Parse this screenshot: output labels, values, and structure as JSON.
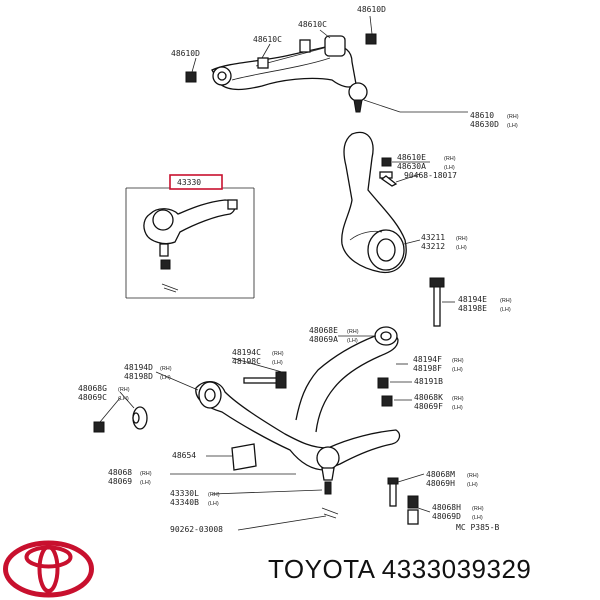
{
  "callouts": [
    {
      "id": "c1",
      "pn": "48610D"
    },
    {
      "id": "c2",
      "pn": "48610C"
    },
    {
      "id": "c3",
      "pn": "48610C"
    },
    {
      "id": "c4",
      "pn": "48610D"
    },
    {
      "id": "c5",
      "pn": "48610",
      "pn2": "48630D",
      "s1": "(RH)",
      "s2": "(LH)"
    },
    {
      "id": "c6",
      "pn": "48610E",
      "pn2": "48630A",
      "s1": "(RH)",
      "s2": "(LH)"
    },
    {
      "id": "c7",
      "pn": "90468-18017"
    },
    {
      "id": "c8",
      "pn": "43211",
      "pn2": "43212",
      "s1": "(RH)",
      "s2": "(LH)"
    },
    {
      "id": "c9",
      "pn": "43330"
    },
    {
      "id": "c10",
      "pn": "48194E",
      "pn2": "48198E",
      "s1": "(RH)",
      "s2": "(LH)"
    },
    {
      "id": "c11",
      "pn": "48068E",
      "pn2": "48069A",
      "s1": "(RH)",
      "s2": "(LH)"
    },
    {
      "id": "c12",
      "pn": "48194C",
      "pn2": "48198C",
      "s1": "(RH)",
      "s2": "(LH)"
    },
    {
      "id": "c13",
      "pn": "48194D",
      "pn2": "48198D",
      "s1": "(RH)",
      "s2": "(LH)"
    },
    {
      "id": "c14",
      "pn": "48194F",
      "pn2": "48198F",
      "s1": "(RH)",
      "s2": "(LH)"
    },
    {
      "id": "c15",
      "pn": "48191B"
    },
    {
      "id": "c16",
      "pn": "48068G",
      "pn2": "48069C",
      "s1": "(RH)",
      "s2": "(LH)"
    },
    {
      "id": "c17",
      "pn": "48068K",
      "pn2": "48069F",
      "s1": "(RH)",
      "s2": "(LH)"
    },
    {
      "id": "c18",
      "pn": "48654"
    },
    {
      "id": "c19",
      "pn": "48068",
      "pn2": "48069",
      "s1": "(RH)",
      "s2": "(LH)"
    },
    {
      "id": "c20",
      "pn": "48068M",
      "pn2": "48069H",
      "s1": "(RH)",
      "s2": "(LH)"
    },
    {
      "id": "c21",
      "pn": "43330L",
      "pn2": "43340B",
      "s1": "(RH)",
      "s2": "(LH)"
    },
    {
      "id": "c22",
      "pn": "48068H",
      "pn2": "48069D",
      "s1": "(RH)",
      "s2": "(LH)"
    },
    {
      "id": "c23",
      "pn": "90262-03008"
    },
    {
      "id": "c24",
      "pn": "MC P385-B"
    }
  ],
  "footer": {
    "brand": "TOYOTA",
    "part_number": "4333039329"
  },
  "logo": {
    "name": "toyota-logo-icon",
    "color": "#c8102e"
  }
}
